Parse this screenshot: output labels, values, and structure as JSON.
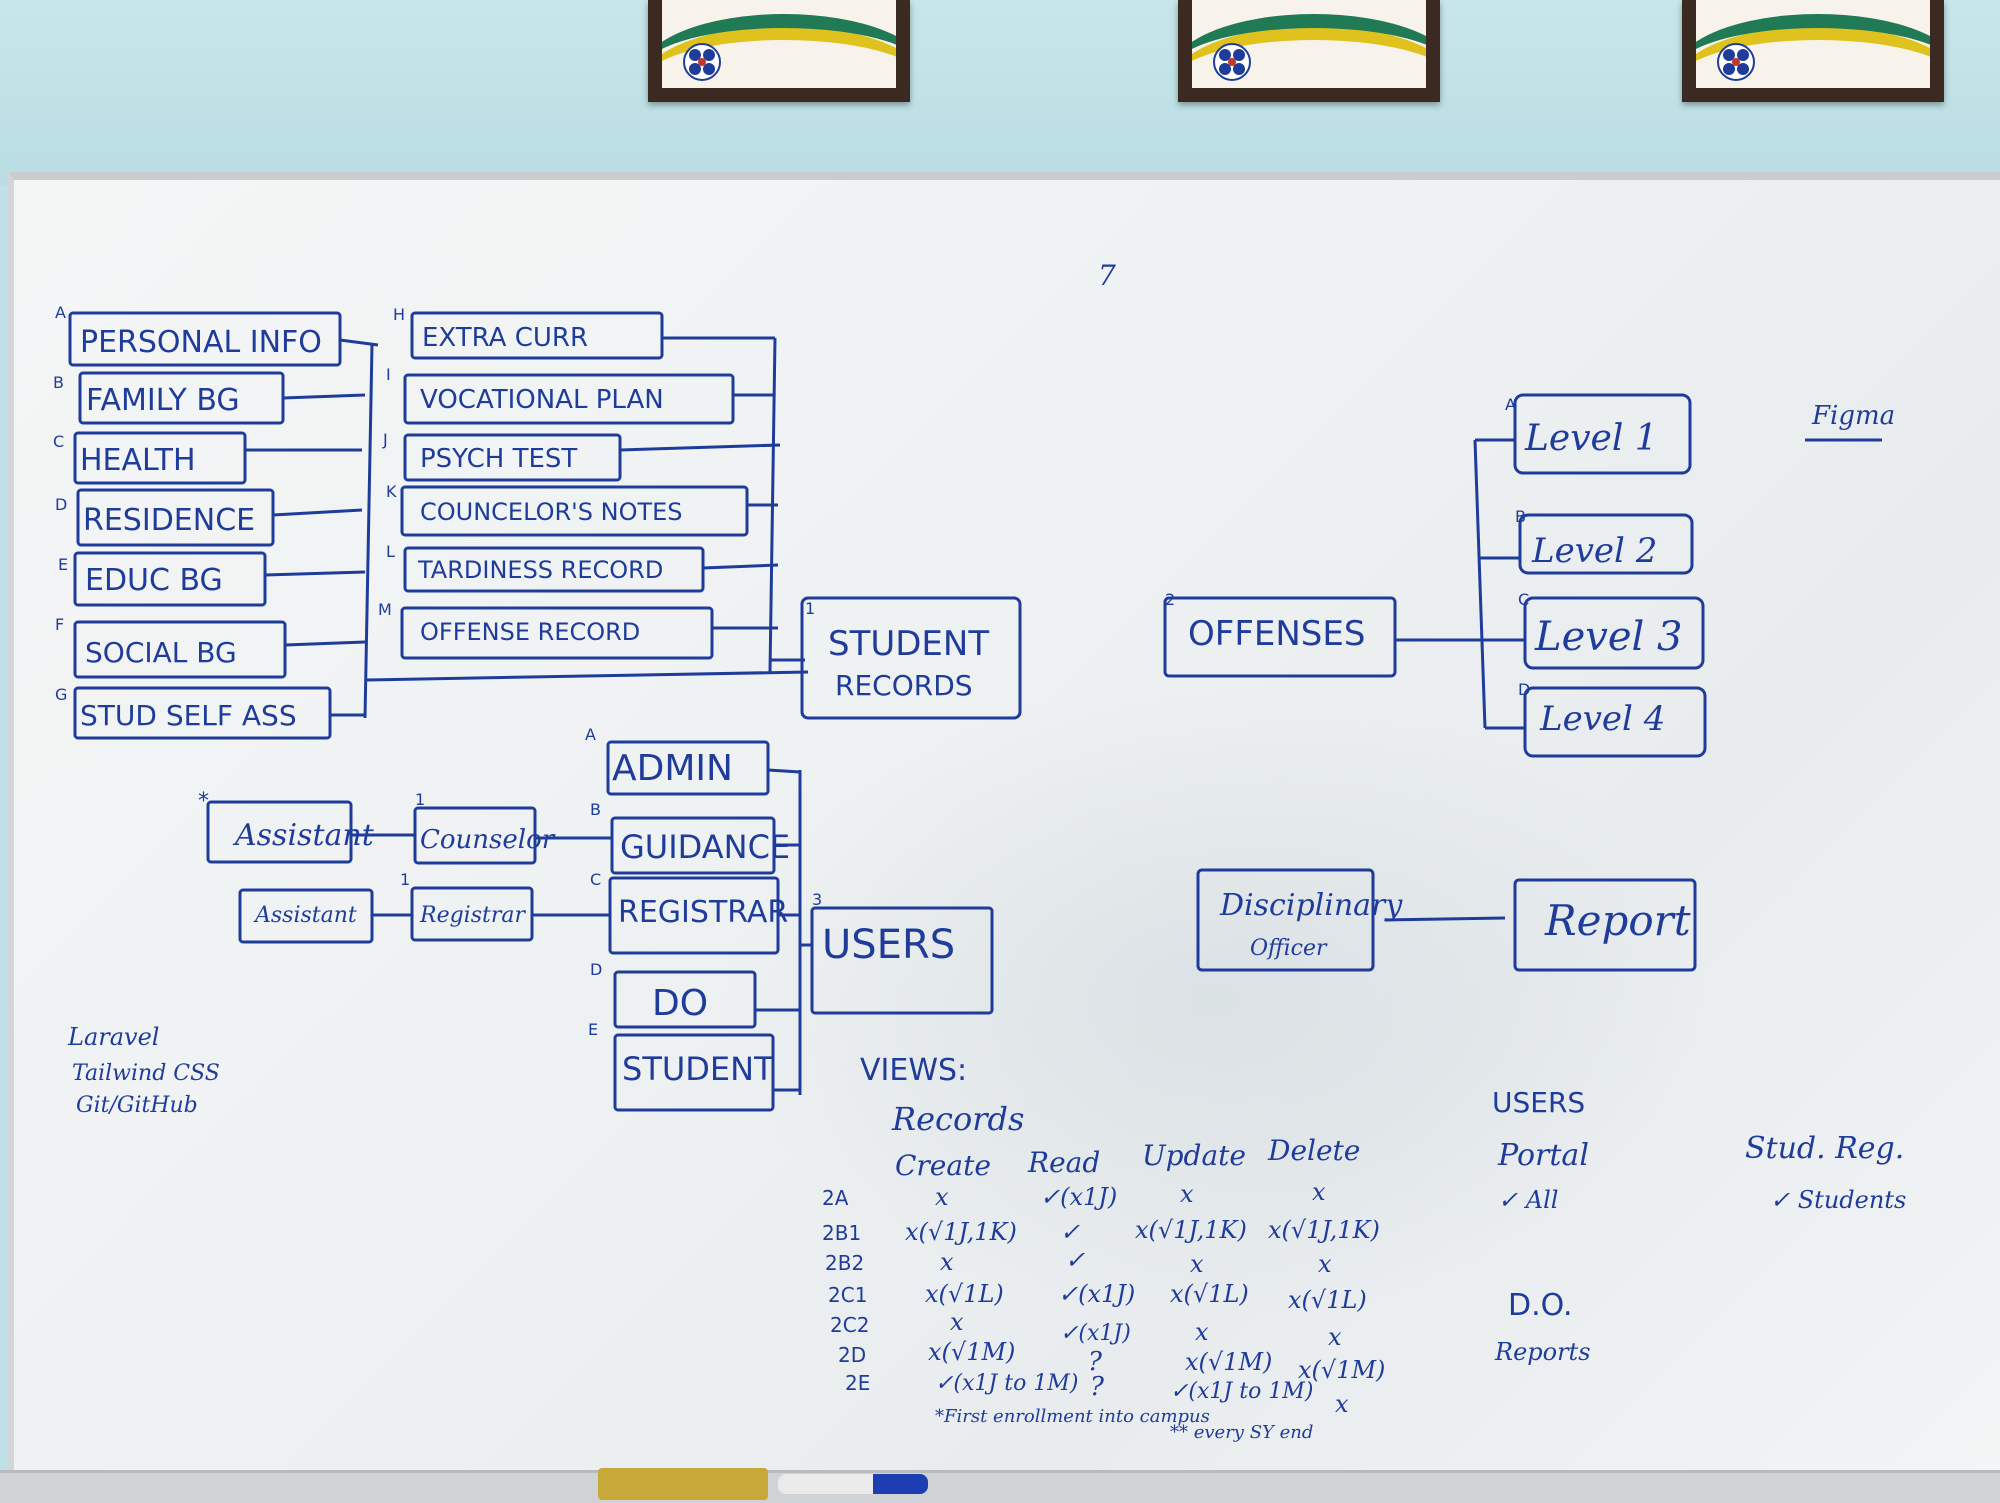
{
  "colors": {
    "ink": "#1f3c9a",
    "board": "#f1f4f5",
    "wall": "#bfe0e6",
    "frame": "#3b2a22"
  },
  "record_fields_left": [
    {
      "tag": "A",
      "label": "PERSONAL INFO"
    },
    {
      "tag": "B",
      "label": "FAMILY BG"
    },
    {
      "tag": "C",
      "label": "HEALTH"
    },
    {
      "tag": "D",
      "label": "RESIDENCE"
    },
    {
      "tag": "E",
      "label": "EDUC BG"
    },
    {
      "tag": "F",
      "label": "SOCIAL BG"
    },
    {
      "tag": "G",
      "label": "STUD SELF ASS"
    }
  ],
  "record_fields_right": [
    {
      "tag": "H",
      "label": "EXTRA CURR"
    },
    {
      "tag": "I",
      "label": "VOCATIONAL PLAN"
    },
    {
      "tag": "J",
      "label": "PSYCH TEST"
    },
    {
      "tag": "K",
      "label": "COUNCELOR'S NOTES"
    },
    {
      "tag": "L",
      "label": "TARDINESS RECORD"
    },
    {
      "tag": "M",
      "label": "OFFENSE RECORD"
    }
  ],
  "student_records": {
    "tag": "1",
    "line1": "STUDENT",
    "line2": "RECORDS"
  },
  "offenses": {
    "tag": "2",
    "label": "OFFENSES"
  },
  "levels": [
    {
      "tag": "A",
      "label": "Level 1"
    },
    {
      "tag": "B",
      "label": "Level 2"
    },
    {
      "tag": "C",
      "label": "Level 3"
    },
    {
      "tag": "D",
      "label": "Level 4"
    }
  ],
  "figma": "Figma",
  "users": {
    "tag": "3",
    "label": "USERS"
  },
  "user_roles": [
    {
      "tag": "A",
      "label": "ADMIN"
    },
    {
      "tag": "B",
      "label": "GUIDANCE"
    },
    {
      "tag": "C",
      "label": "REGISTRAR"
    },
    {
      "tag": "D",
      "label": "DO"
    },
    {
      "tag": "E",
      "label": "STUDENT"
    }
  ],
  "sub_roles": {
    "assistant1": "Assistant",
    "counselor": "Counselor",
    "assistant2": "Assistant",
    "registrar": "Registrar",
    "star1": "*",
    "tag1": "1",
    "tag2": "1"
  },
  "disciplinary": {
    "line1": "Disciplinary",
    "line2": "Officer"
  },
  "report": "Report",
  "tech_stack": [
    "Laravel",
    "Tailwind CSS",
    "Git/GitHub"
  ],
  "views": {
    "title": "VIEWS:",
    "records": "Records",
    "headers": [
      "Create",
      "Read",
      "Update",
      "Delete"
    ],
    "rows": [
      {
        "id": "2A",
        "create": "x",
        "read": "✓(x1J)",
        "update": "x",
        "delete": "x"
      },
      {
        "id": "2B1",
        "create": "x(√1J,1K)",
        "read": "✓",
        "update": "x(√1J,1K)",
        "delete": "x(√1J,1K)"
      },
      {
        "id": "2B2",
        "create": "x",
        "read": "✓",
        "update": "x",
        "delete": "x"
      },
      {
        "id": "2C1",
        "create": "x(√1L)",
        "read": "✓(x1J)",
        "update": "x(√1L)",
        "delete": "x(√1L)"
      },
      {
        "id": "2C2",
        "create": "x",
        "read": "✓(x1J)",
        "update": "x",
        "delete": "x"
      },
      {
        "id": "2D",
        "create": "x(√1M)",
        "read": "?",
        "update": "x(√1M)",
        "delete": "x(√1M)"
      },
      {
        "id": "2E",
        "create": "✓(x1J to 1M)",
        "read": "?",
        "update": "✓(x1J to 1M)",
        "delete": "x"
      }
    ],
    "note_create": "*First enrollment into campus",
    "note_update": "** every SY end"
  },
  "users_view": {
    "title": "USERS",
    "portal": "Portal",
    "portal_value": "✓ All",
    "do": "D.O.",
    "do_value": "Reports"
  },
  "stud_reg": {
    "title": "Stud. Reg.",
    "value": "✓ Students"
  },
  "stray_mark": "7"
}
